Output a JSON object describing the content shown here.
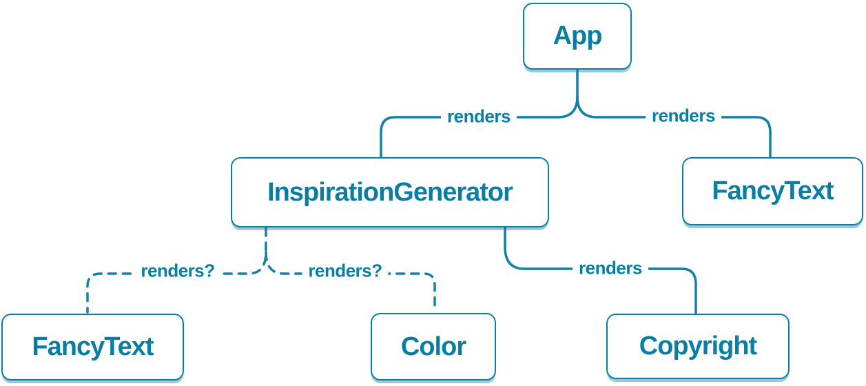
{
  "diagram": {
    "type": "component-render-tree",
    "nodes": [
      {
        "id": "app",
        "label": "App"
      },
      {
        "id": "inspiration-generator",
        "label": "InspirationGenerator"
      },
      {
        "id": "fancy-text-top",
        "label": "FancyText"
      },
      {
        "id": "fancy-text-bottom",
        "label": "FancyText"
      },
      {
        "id": "color",
        "label": "Color"
      },
      {
        "id": "copyright",
        "label": "Copyright"
      }
    ],
    "edges": [
      {
        "from": "App",
        "to": "InspirationGenerator",
        "label": "renders",
        "style": "solid"
      },
      {
        "from": "App",
        "to": "FancyText",
        "label": "renders",
        "style": "solid"
      },
      {
        "from": "InspirationGenerator",
        "to": "FancyText",
        "label": "renders?",
        "style": "dashed"
      },
      {
        "from": "InspirationGenerator",
        "to": "Color",
        "label": "renders?",
        "style": "dashed"
      },
      {
        "from": "InspirationGenerator",
        "to": "Copyright",
        "label": "renders",
        "style": "solid"
      }
    ],
    "colors": {
      "accent_text": "#087EA4",
      "line": "#1281A6",
      "node_border": "#0A7EA4",
      "node_background": "#FFFFFF",
      "node_shadow": "rgba(10,126,164,0.42)",
      "page_background": "#FFFFFF"
    }
  }
}
